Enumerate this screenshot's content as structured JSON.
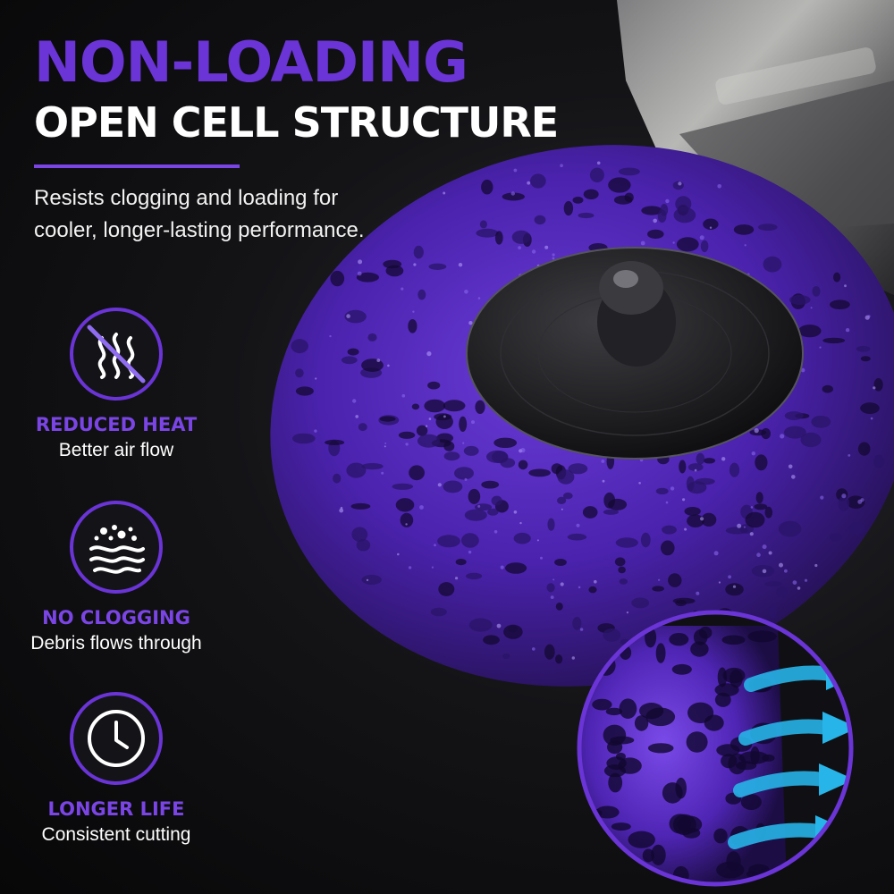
{
  "headline": {
    "line1": "NON-LOADING",
    "line2": "OPEN CELL STRUCTURE"
  },
  "description": "Resists clogging and loading for cooler, longer-lasting performance.",
  "features": [
    {
      "icon": "no-heat-icon",
      "title": "REDUCED HEAT",
      "subtitle": "Better air flow"
    },
    {
      "icon": "debris-flow-icon",
      "title": "NO CLOGGING",
      "subtitle": "Debris flows through"
    },
    {
      "icon": "clock-icon",
      "title": "LONGER LIFE",
      "subtitle": "Consistent cutting"
    }
  ],
  "colors": {
    "accent": "#6a34d6",
    "accent_light": "#7b45e6",
    "abrasive": "#4b22b0",
    "flow_arrows": "#27b4e8",
    "background": "#0b0b0d"
  }
}
